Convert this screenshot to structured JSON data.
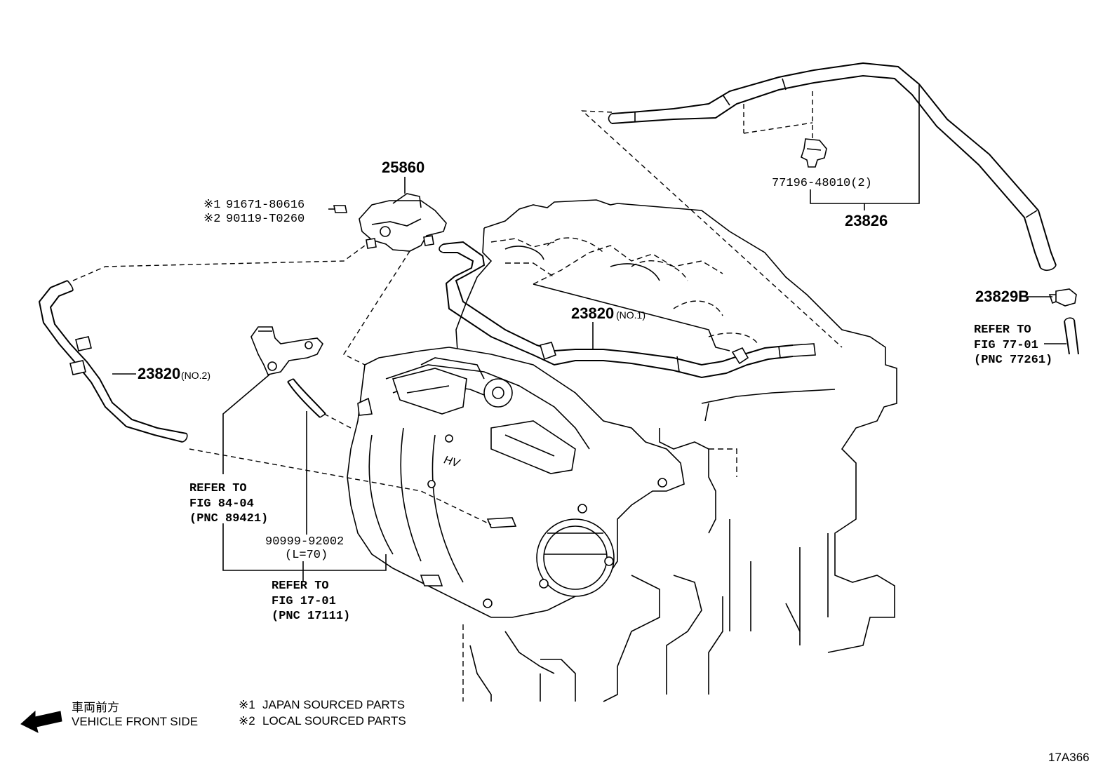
{
  "parts": {
    "p25860": "25860",
    "p91671": "91671-80616",
    "p90119": "90119-T0260",
    "p77196": "77196-48010(2)",
    "p23826": "23826",
    "p23829b": "23829B",
    "p23820_no1": "23820",
    "p23820_no1_suffix": "(NO.1)",
    "p23820_no2": "23820",
    "p23820_no2_suffix": "(NO.2)",
    "p90999": "90999-92002",
    "p90999_len": "(L=70)"
  },
  "marks": {
    "m1": "※1",
    "m2": "※2"
  },
  "refs": {
    "fig77": {
      "line1": "REFER TO",
      "line2": "FIG 77-01",
      "line3": "(PNC 77261)"
    },
    "fig84": {
      "line1": "REFER TO",
      "line2": "FIG 84-04",
      "line3": "(PNC 89421)"
    },
    "fig17": {
      "line1": "REFER TO",
      "line2": "FIG 17-01",
      "line3": "(PNC 17111)"
    }
  },
  "legend": {
    "front_jp": "車両前方",
    "front_en": "VEHICLE FRONT SIDE",
    "note1_mark": "※1",
    "note1_text": "JAPAN SOURCED PARTS",
    "note2_mark": "※2",
    "note2_text": "LOCAL SOURCED PARTS"
  },
  "figure_id": "17A366",
  "engine_mark": "HV"
}
